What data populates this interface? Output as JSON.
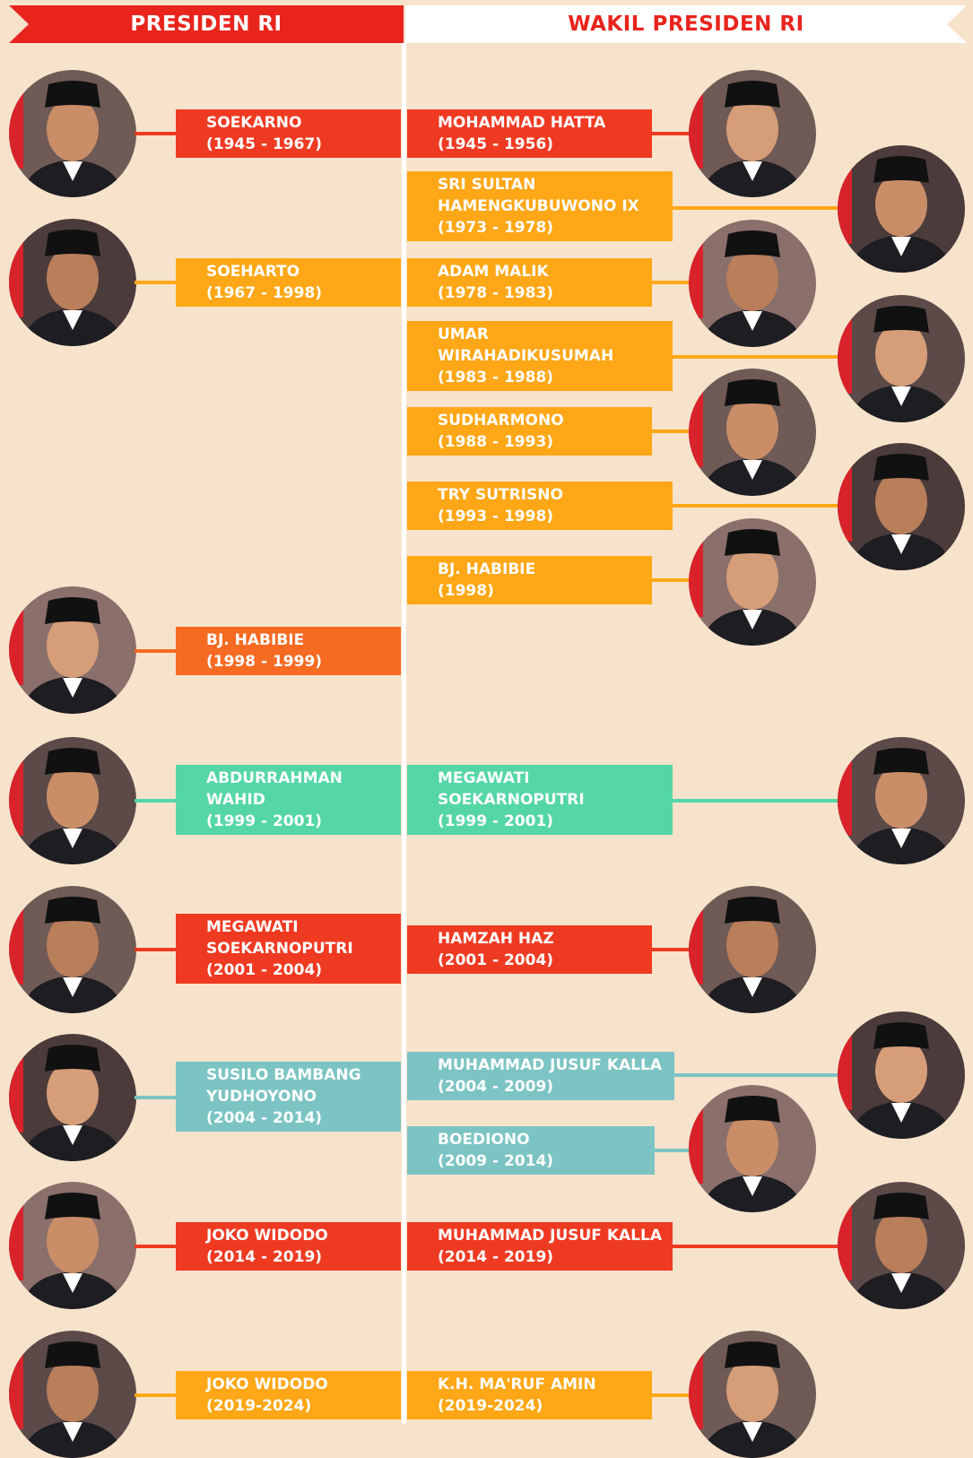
{
  "header": {
    "left_title": "PRESIDEN RI",
    "right_title": "WAKIL PRESIDEN RI"
  },
  "colors": {
    "background": "#f7e3cc",
    "red": "#ef3a22",
    "orange": "#ffa716",
    "dark_orange": "#f66a22",
    "green": "#55d6a6",
    "teal": "#7bc4c3"
  },
  "presidents": [
    {
      "name": "SOEKARNO",
      "term": "(1945 - 1967)"
    },
    {
      "name": "SOEHARTO",
      "term": "(1967 - 1998)"
    },
    {
      "name": "BJ. HABIBIE",
      "term": "(1998 - 1999)"
    },
    {
      "name": "ABDURRAHMAN\nWAHID",
      "term": "(1999 - 2001)"
    },
    {
      "name": "MEGAWATI\nSOEKARNOPUTRI",
      "term": "(2001 - 2004)"
    },
    {
      "name": "SUSILO BAMBANG\nYUDHOYONO",
      "term": "(2004 - 2014)"
    },
    {
      "name": "JOKO WIDODO",
      "term": "(2014 - 2019)"
    },
    {
      "name": "JOKO WIDODO",
      "term": "(2019-2024)"
    }
  ],
  "vice_presidents": [
    {
      "name": "MOHAMMAD HATTA",
      "term": "(1945 - 1956)"
    },
    {
      "name": "SRI SULTAN\nHAMENGKUBUWONO IX",
      "term": "(1973 - 1978)"
    },
    {
      "name": "ADAM MALIK",
      "term": "(1978 - 1983)"
    },
    {
      "name": "UMAR\nWIRAHADIKUSUMAH",
      "term": "(1983 - 1988)"
    },
    {
      "name": "SUDHARMONO",
      "term": "(1988 - 1993)"
    },
    {
      "name": "TRY SUTRISNO",
      "term": "(1993 - 1998)"
    },
    {
      "name": "BJ. HABIBIE",
      "term": "(1998)"
    },
    {
      "name": "MEGAWATI\nSOEKARNOPUTRI",
      "term": "(1999 - 2001)"
    },
    {
      "name": "HAMZAH HAZ",
      "term": "(2001 - 2004)"
    },
    {
      "name": "MUHAMMAD JUSUF KALLA",
      "term": "(2004 - 2009)"
    },
    {
      "name": "BOEDIONO",
      "term": "(2009 - 2014)"
    },
    {
      "name": "MUHAMMAD JUSUF KALLA",
      "term": "(2014 - 2019)"
    },
    {
      "name": "K.H. MA'RUF AMIN",
      "term": "(2019-2024)"
    }
  ]
}
